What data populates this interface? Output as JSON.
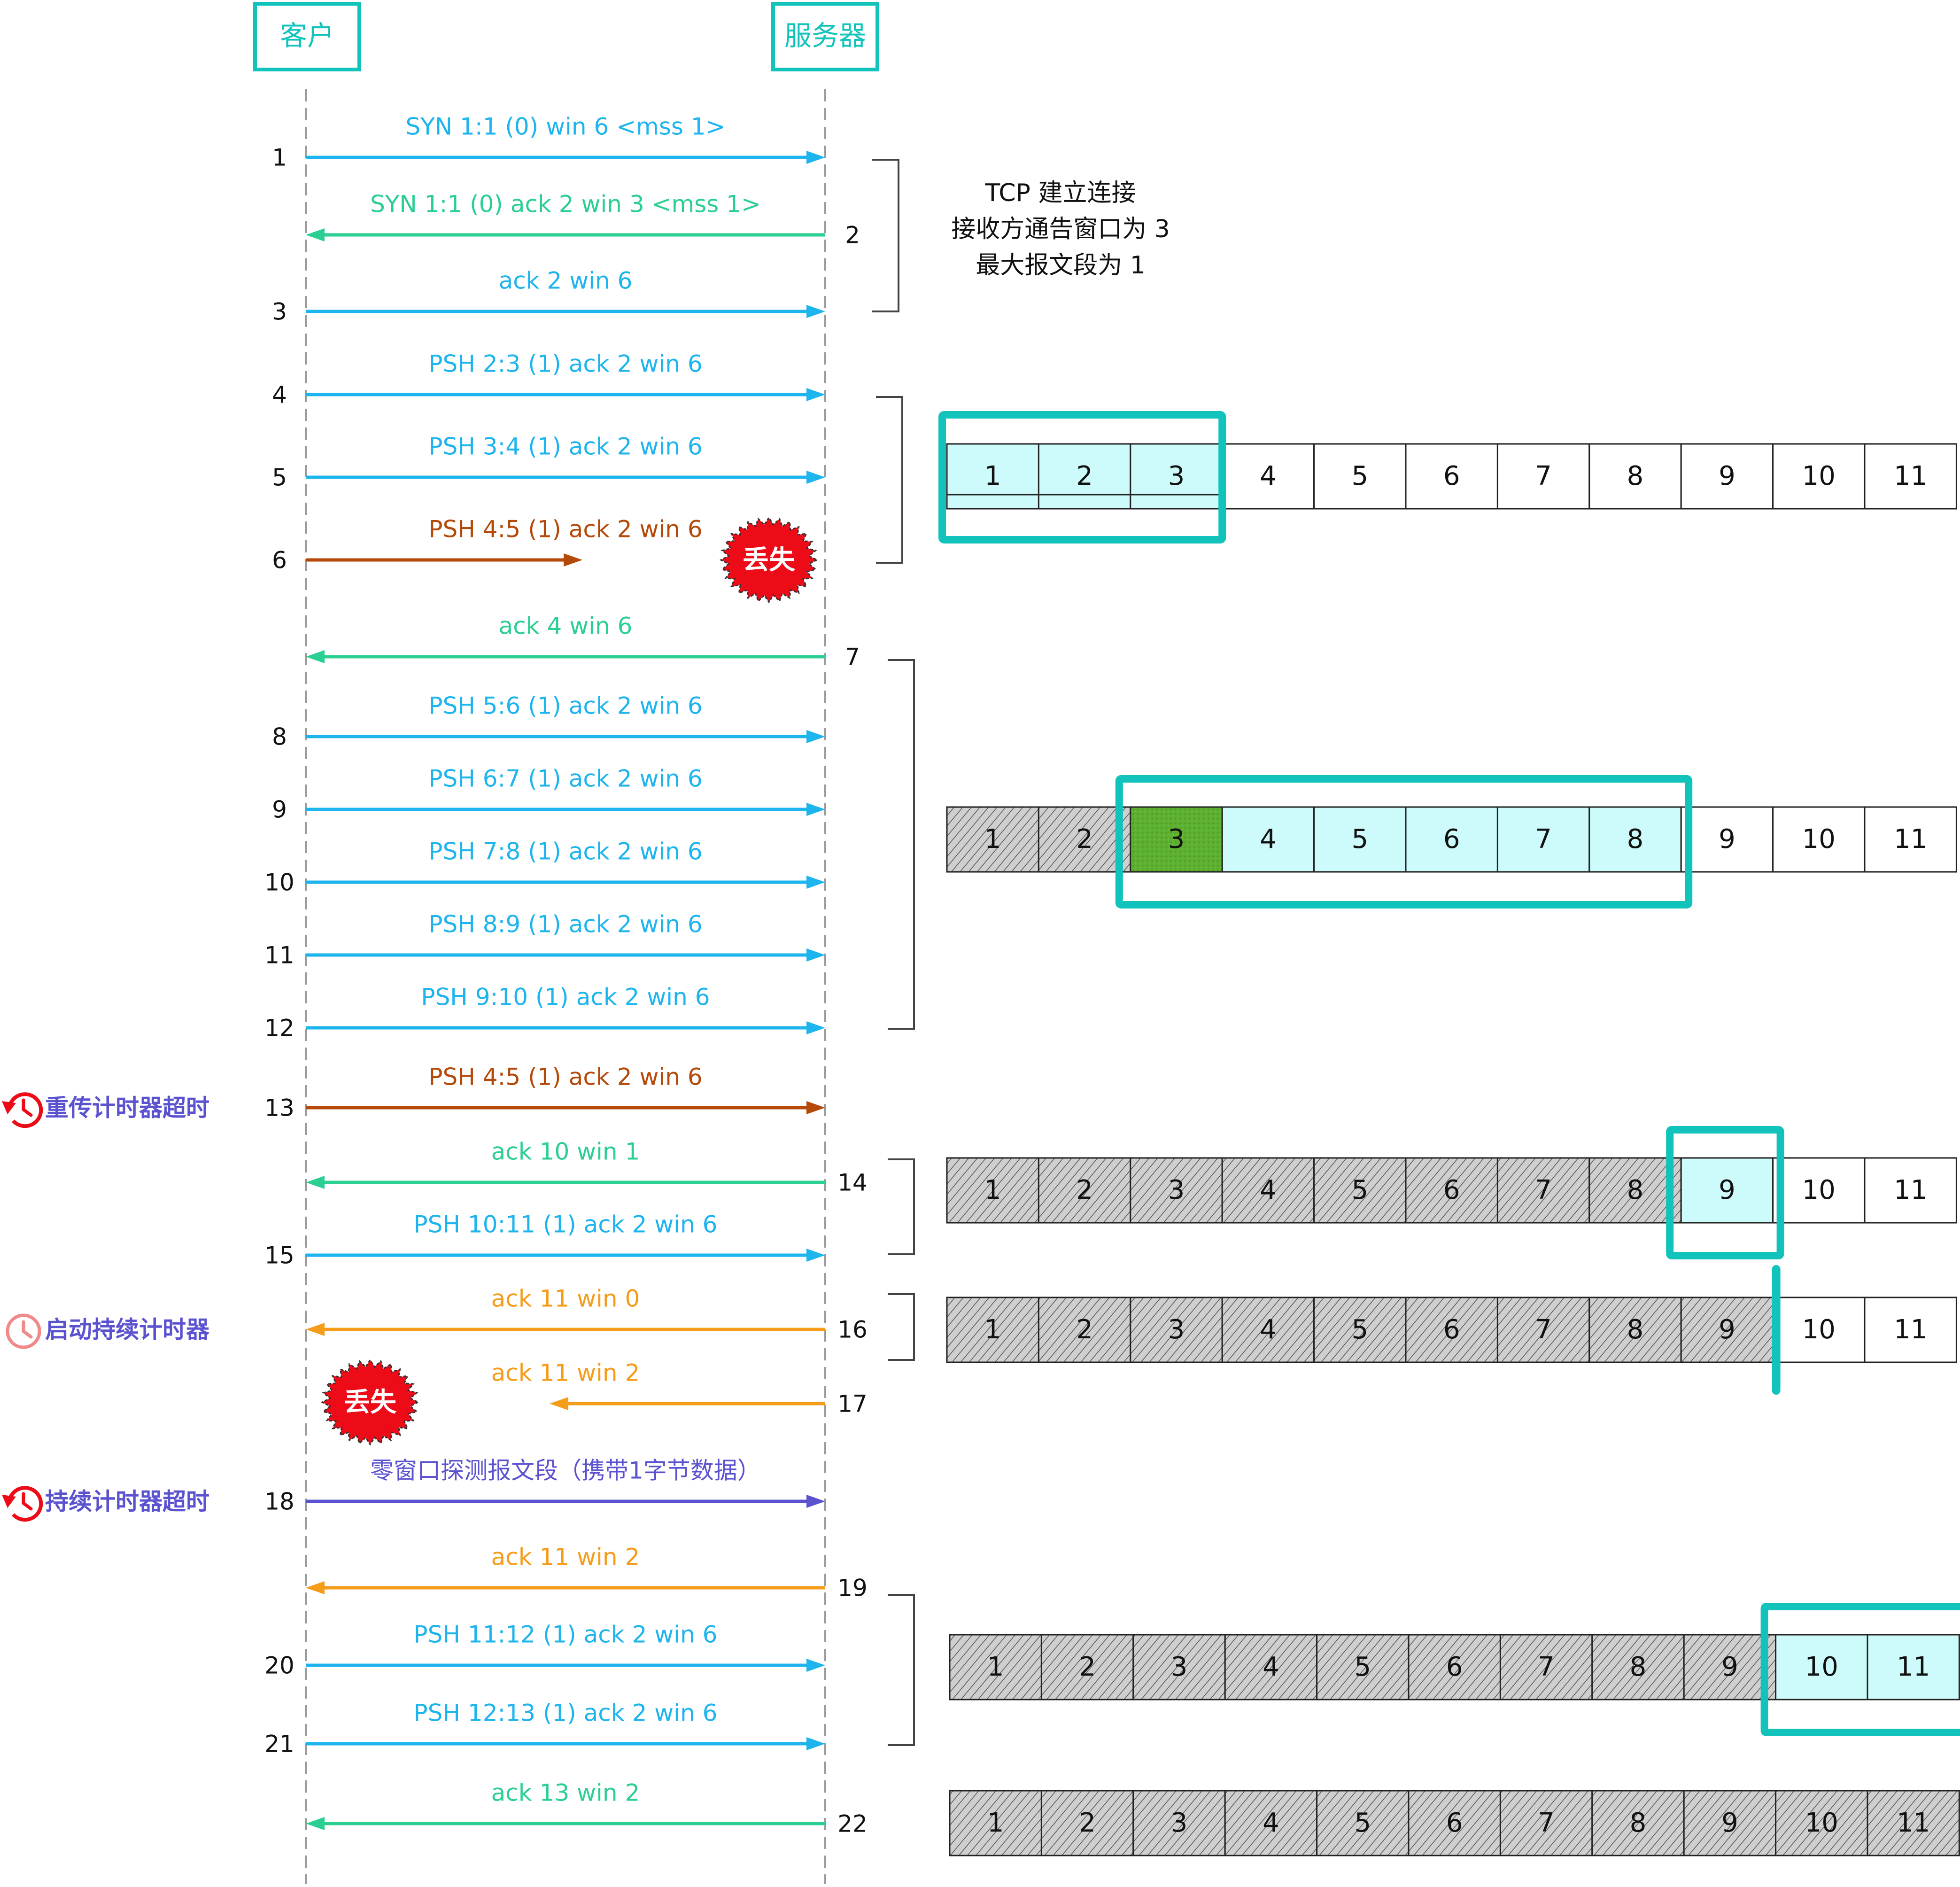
{
  "actors": {
    "client": "客户",
    "server": "服务器"
  },
  "colors": {
    "blue": "#1eb4ee",
    "green": "#2ccf92",
    "brown": "#b5490a",
    "orange": "#f59c1a",
    "purple": "#5b52d0",
    "teal": "#12c3bb",
    "lightcyan": "#cdfbfb",
    "hatch": "#cfcfcf",
    "sent_green": "#5db030",
    "red": "#ec0b17"
  },
  "messages": [
    {
      "text": "SYN 1:1 (0) win 6 <mss 1>",
      "num": "1",
      "side": "left",
      "dir": "c2s",
      "color": "blue"
    },
    {
      "text": "SYN 1:1 (0) ack 2 win 3 <mss 1>",
      "num": "2",
      "side": "right",
      "dir": "s2c",
      "color": "green"
    },
    {
      "text": "ack 2 win 6",
      "num": "3",
      "side": "left",
      "dir": "c2s",
      "color": "blue"
    },
    {
      "text": "PSH 2:3 (1) ack 2 win 6",
      "num": "4",
      "side": "left",
      "dir": "c2s",
      "color": "blue"
    },
    {
      "text": "PSH 3:4 (1) ack 2 win 6",
      "num": "5",
      "side": "left",
      "dir": "c2s",
      "color": "blue"
    },
    {
      "text": "PSH 4:5 (1) ack 2 win 6",
      "num": "6",
      "side": "left",
      "dir": "c2s",
      "color": "brown",
      "lost": true
    },
    {
      "text": "ack 4 win 6",
      "num": "7",
      "side": "right",
      "dir": "s2c",
      "color": "green"
    },
    {
      "text": "PSH 5:6 (1) ack 2 win 6",
      "num": "8",
      "side": "left",
      "dir": "c2s",
      "color": "blue"
    },
    {
      "text": "PSH 6:7 (1) ack 2 win 6",
      "num": "9",
      "side": "left",
      "dir": "c2s",
      "color": "blue"
    },
    {
      "text": "PSH 7:8 (1) ack 2 win 6",
      "num": "10",
      "side": "left",
      "dir": "c2s",
      "color": "blue"
    },
    {
      "text": "PSH 8:9 (1) ack 2 win 6",
      "num": "11",
      "side": "left",
      "dir": "c2s",
      "color": "blue"
    },
    {
      "text": "PSH 9:10 (1) ack 2 win 6",
      "num": "12",
      "side": "left",
      "dir": "c2s",
      "color": "blue"
    },
    {
      "text": "PSH 4:5 (1) ack 2 win 6",
      "num": "13",
      "side": "left",
      "dir": "c2s",
      "color": "brown"
    },
    {
      "text": "ack 10 win 1",
      "num": "14",
      "side": "right",
      "dir": "s2c",
      "color": "green"
    },
    {
      "text": "PSH 10:11 (1) ack 2 win 6",
      "num": "15",
      "side": "left",
      "dir": "c2s",
      "color": "blue"
    },
    {
      "text": "ack 11 win 0",
      "num": "16",
      "side": "right",
      "dir": "s2c",
      "color": "orange"
    },
    {
      "text": "ack 11 win 2",
      "num": "17",
      "side": "right",
      "dir": "s2c",
      "color": "orange",
      "lost": true
    },
    {
      "text": "零窗口探测报文段（携带1字节数据）",
      "num": "18",
      "side": "left",
      "dir": "c2s",
      "color": "purple"
    },
    {
      "text": "ack 11 win 2",
      "num": "19",
      "side": "right",
      "dir": "s2c",
      "color": "orange"
    },
    {
      "text": "PSH 11:12 (1) ack 2 win 6",
      "num": "20",
      "side": "left",
      "dir": "c2s",
      "color": "blue"
    },
    {
      "text": "PSH 12:13 (1) ack 2 win 6",
      "num": "21",
      "side": "left",
      "dir": "c2s",
      "color": "blue"
    },
    {
      "text": "ack 13 win 2",
      "num": "22",
      "side": "right",
      "dir": "s2c",
      "color": "green"
    }
  ],
  "lost_label": "丢失",
  "timer_events": [
    {
      "text": "重传计时器超时",
      "at": "13",
      "icon": "retransmit-clock-icon"
    },
    {
      "text": "启动持续计时器",
      "at": "16",
      "icon": "clock-icon"
    },
    {
      "text": "持续计时器超时",
      "at": "18",
      "icon": "retransmit-clock-icon"
    }
  ],
  "note": [
    "TCP 建立连接",
    "接收方通告窗口为 3",
    "最大报文段为 1"
  ],
  "window_states": [
    {
      "cells": [
        "1",
        "2",
        "3",
        "4",
        "5",
        "6",
        "7",
        "8",
        "9",
        "10",
        "11"
      ],
      "sent_acked": [],
      "sent_unacked": [],
      "window": [
        "1",
        "2",
        "3"
      ]
    },
    {
      "cells": [
        "1",
        "2",
        "3",
        "4",
        "5",
        "6",
        "7",
        "8",
        "9",
        "10",
        "11"
      ],
      "sent_acked": [
        "1",
        "2"
      ],
      "sent_unacked": [
        "3"
      ],
      "window": [
        "3",
        "4",
        "5",
        "6",
        "7",
        "8"
      ]
    },
    {
      "cells": [
        "1",
        "2",
        "3",
        "4",
        "5",
        "6",
        "7",
        "8",
        "9",
        "10",
        "11"
      ],
      "sent_acked": [
        "1",
        "2",
        "3",
        "4",
        "5",
        "6",
        "7",
        "8"
      ],
      "sent_unacked": [],
      "window": [
        "9"
      ]
    },
    {
      "cells": [
        "1",
        "2",
        "3",
        "4",
        "5",
        "6",
        "7",
        "8",
        "9",
        "10",
        "11"
      ],
      "sent_acked": [
        "1",
        "2",
        "3",
        "4",
        "5",
        "6",
        "7",
        "8",
        "9"
      ],
      "sent_unacked": [],
      "window": [],
      "zero_window": true
    },
    {
      "cells": [
        "1",
        "2",
        "3",
        "4",
        "5",
        "6",
        "7",
        "8",
        "9",
        "10",
        "11"
      ],
      "sent_acked": [
        "1",
        "2",
        "3",
        "4",
        "5",
        "6",
        "7",
        "8",
        "9"
      ],
      "sent_unacked": [],
      "window": [
        "10",
        "11"
      ]
    },
    {
      "cells": [
        "1",
        "2",
        "3",
        "4",
        "5",
        "6",
        "7",
        "8",
        "9",
        "10",
        "11"
      ],
      "sent_acked": [
        "1",
        "2",
        "3",
        "4",
        "5",
        "6",
        "7",
        "8",
        "9",
        "10",
        "11"
      ],
      "sent_unacked": [],
      "window": []
    }
  ]
}
